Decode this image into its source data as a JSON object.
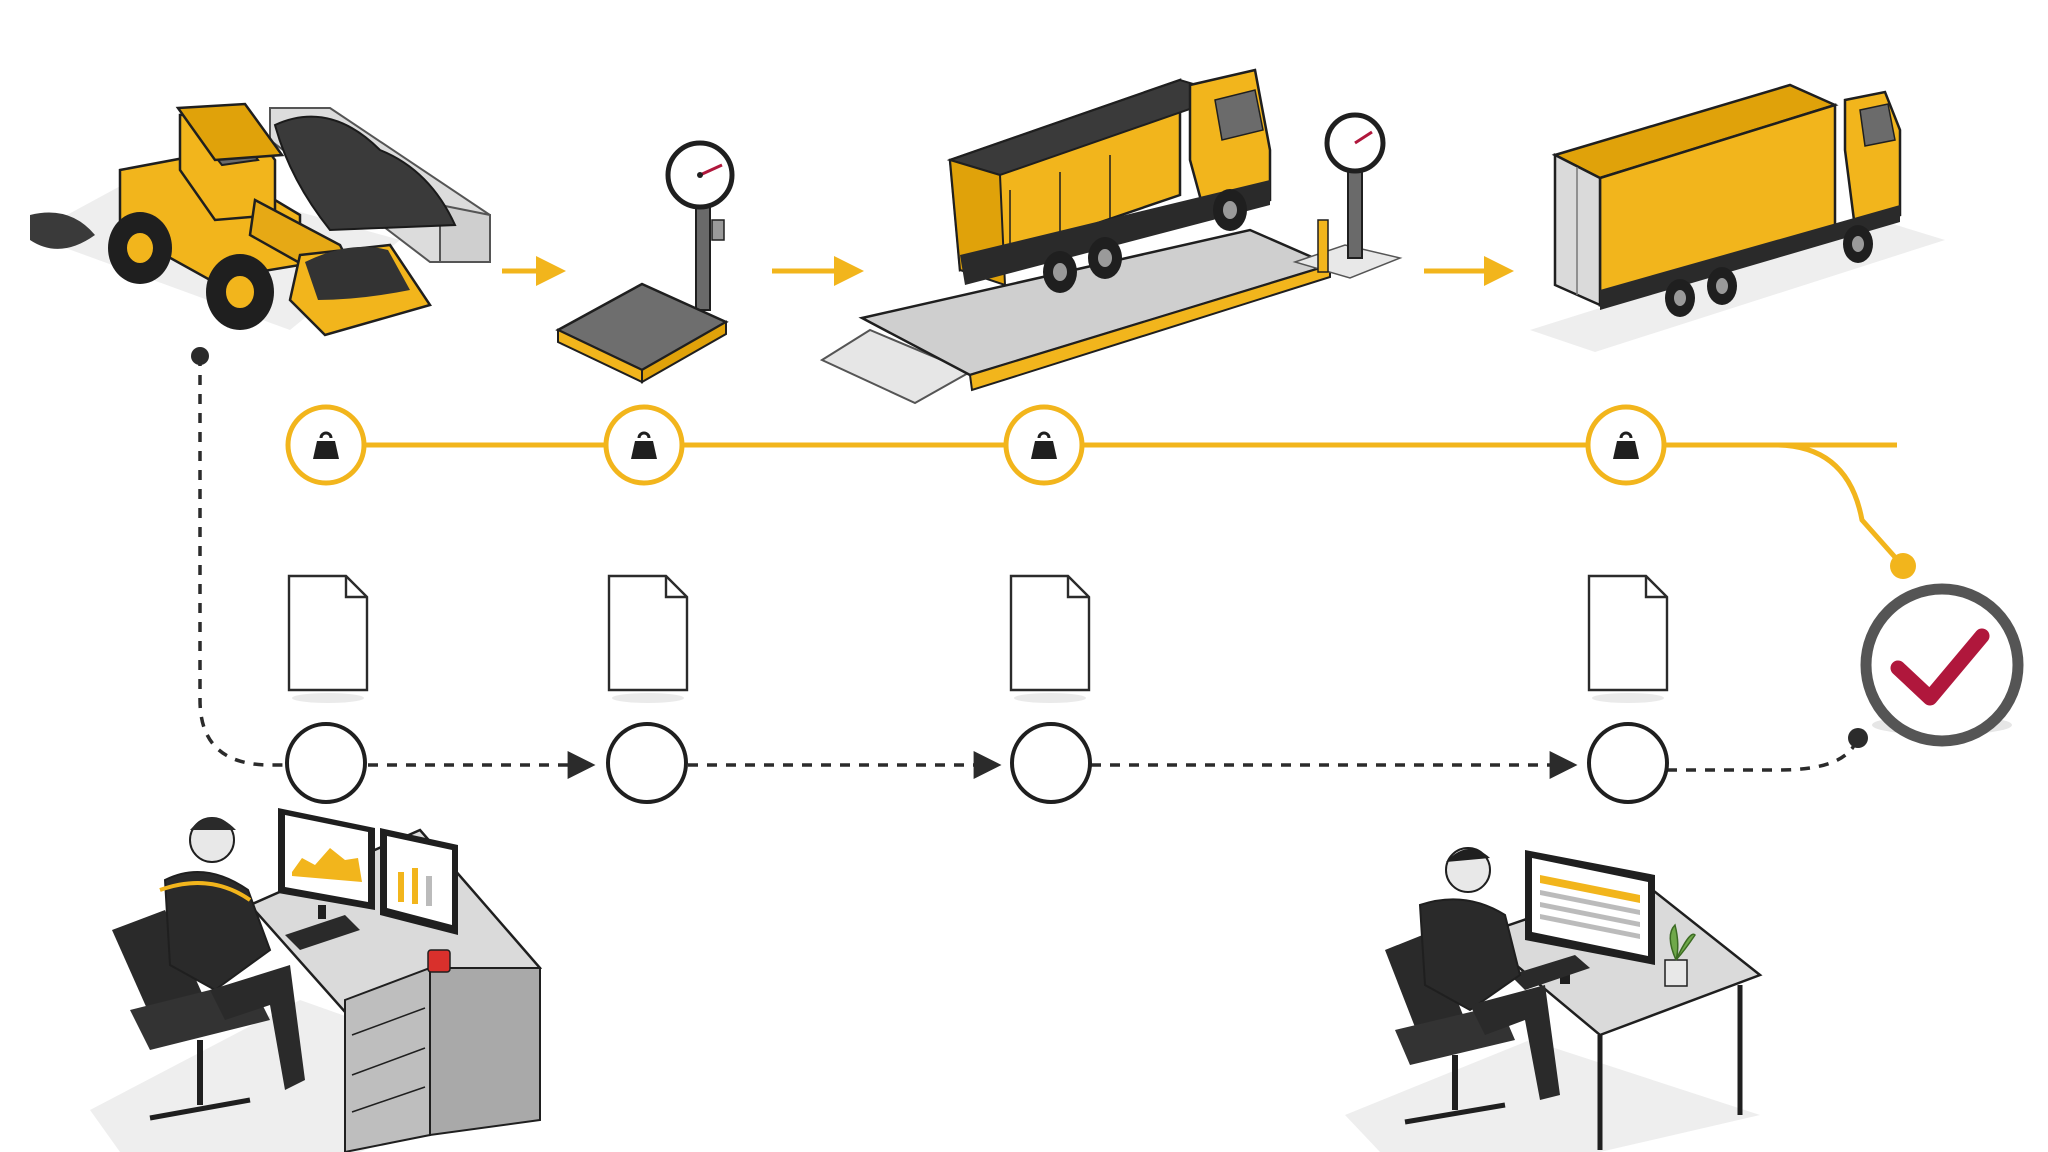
{
  "diagram": {
    "theme": {
      "accent": "#F2B51C",
      "accent_dark": "#C98F00",
      "ink": "#1F1F1F",
      "line_dark": "#2B2B2B",
      "grey_ring": "#555555",
      "check_mark": "#B0173C",
      "paper": "#FFFFFF",
      "shadow": "#E3E3E3"
    },
    "stages": [
      {
        "name": "wheel-loader",
        "icon": "wheel-loader-icon"
      },
      {
        "name": "platform-scale",
        "icon": "platform-scale-icon"
      },
      {
        "name": "truck-weighbridge",
        "icon": "weighbridge-truck-icon"
      },
      {
        "name": "delivery-truck",
        "icon": "box-truck-icon"
      }
    ],
    "weight_nodes": 4,
    "document_nodes": 4,
    "operators": [
      {
        "name": "dispatch-operator",
        "icon": "operator-workstation-icon"
      },
      {
        "name": "office-clerk",
        "icon": "clerk-workstation-icon"
      }
    ],
    "final_status": {
      "icon": "check-icon",
      "state": "approved"
    }
  }
}
